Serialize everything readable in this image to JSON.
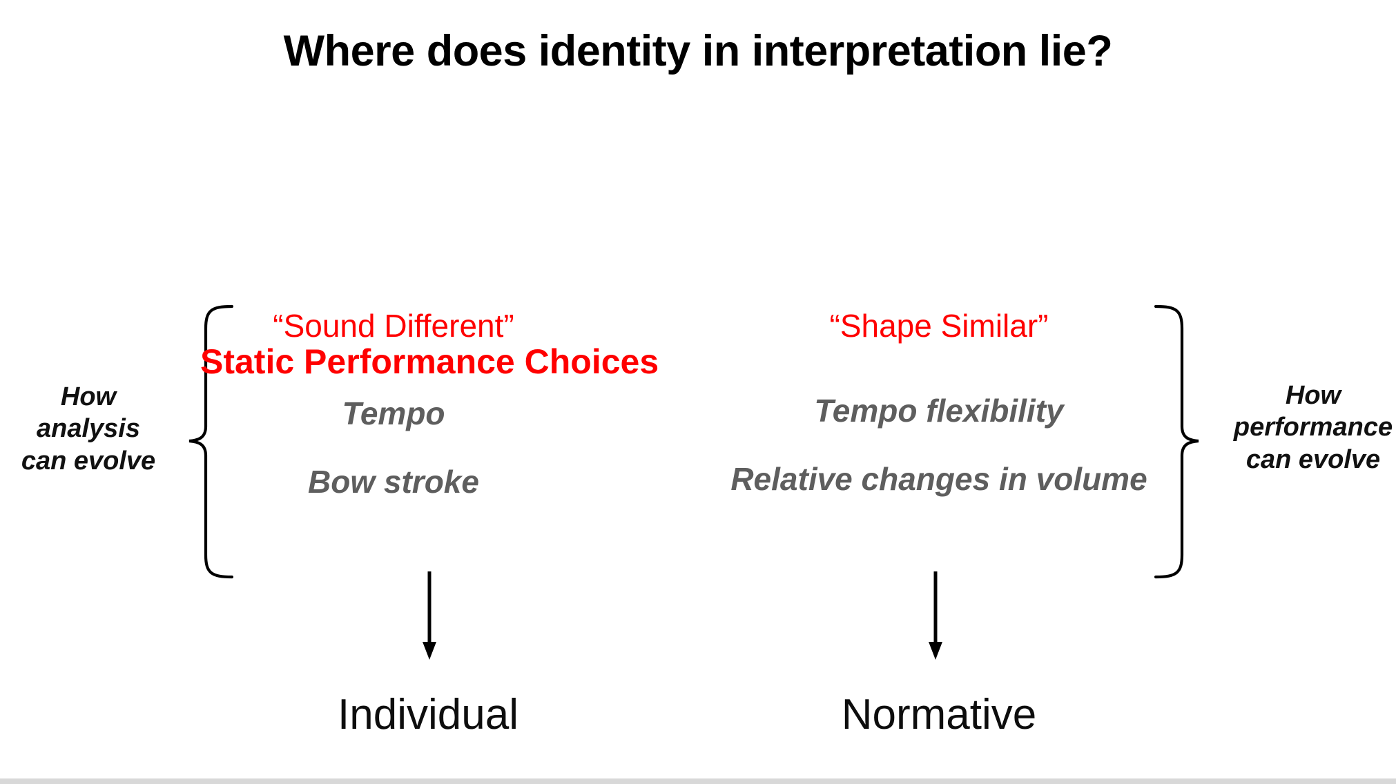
{
  "slide": {
    "title": "Where does identity in interpretation lie?",
    "background_color": "#FFFFFF",
    "accent_color": "#FF0000",
    "attribute_color": "#5E5E5E",
    "text_color": "#000000"
  },
  "braces": {
    "left": {
      "label_line1": "How",
      "label_line2": "analysis",
      "label_line3": "can evolve",
      "direction": "points-left"
    },
    "right": {
      "label_line1": "How",
      "label_line2": "performance",
      "label_line3": "can evolve",
      "direction": "points-right"
    }
  },
  "columns": [
    {
      "id": "left",
      "heading_quote": "“Sound Different”",
      "heading_bold": "Static Performance Choices",
      "attributes": [
        "Tempo",
        "Bow stroke"
      ],
      "arrow": "down-arrow",
      "outcome": "Individual"
    },
    {
      "id": "right",
      "heading_quote": "“Shape Similar”",
      "heading_bold": "",
      "attributes": [
        "Tempo flexibility",
        "Relative changes in volume"
      ],
      "arrow": "down-arrow",
      "outcome": "Normative"
    }
  ]
}
